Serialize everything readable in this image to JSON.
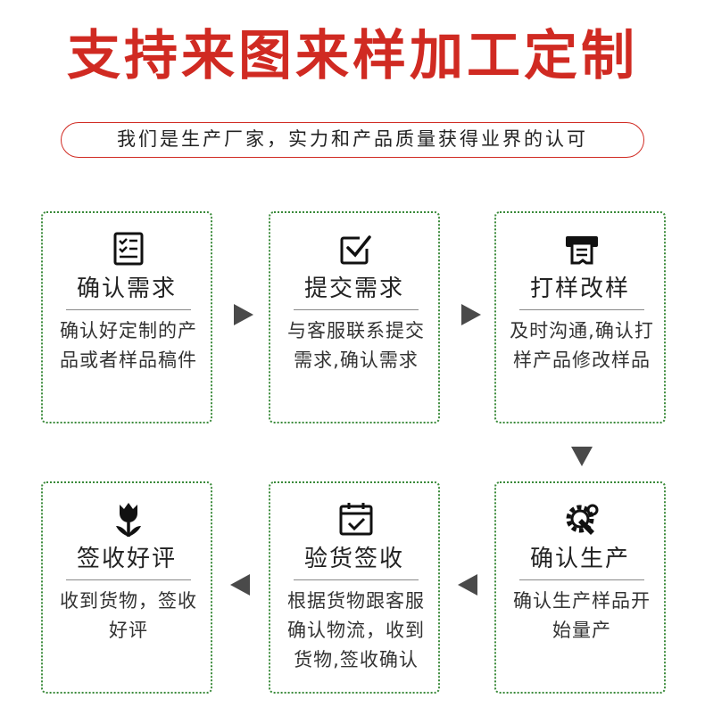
{
  "header": {
    "title": "支持来图来样加工定制",
    "subtitle": "我们是生产厂家，实力和产品质量获得业界的认可"
  },
  "steps": [
    {
      "title": "确认需求",
      "desc": "确认好定制的产品或者样品稿件",
      "icon": "checklist-icon"
    },
    {
      "title": "提交需求",
      "desc": "与客服联系提交需求,确认需求",
      "icon": "checkbox-icon"
    },
    {
      "title": "打样改样",
      "desc": "及时沟通,确认打样产品修改样品",
      "icon": "printer-icon"
    },
    {
      "title": "确认生产",
      "desc": "确认生产样品开始量产",
      "icon": "gear-wrench-icon"
    },
    {
      "title": "验货签收",
      "desc": "根据货物跟客服确认物流，收到货物,签收确认",
      "icon": "calendar-check-icon"
    },
    {
      "title": "签收好评",
      "desc": "收到货物，签收好评",
      "icon": "tulip-icon"
    }
  ],
  "colors": {
    "accent": "#d02a22",
    "border": "#3a8a3a",
    "arrow": "#4a4a4a"
  }
}
